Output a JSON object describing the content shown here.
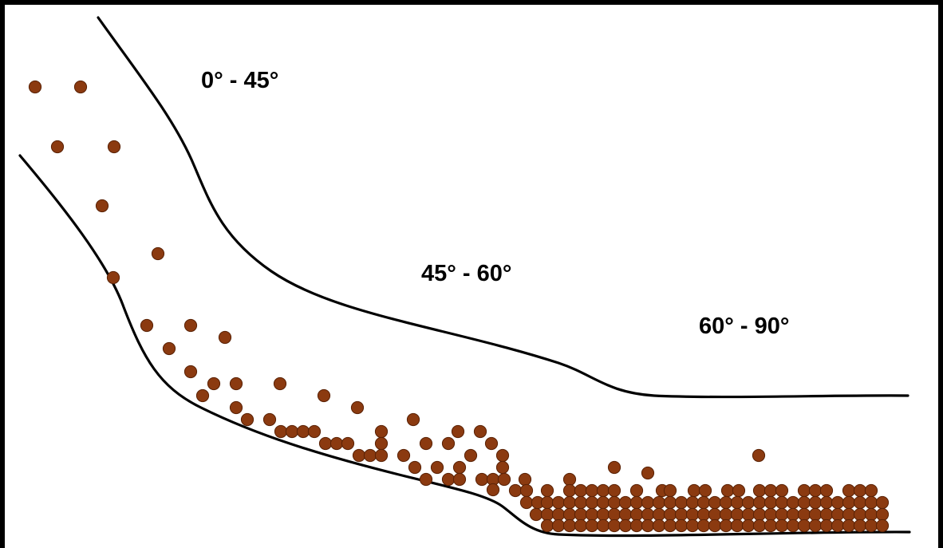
{
  "diagram": {
    "zone_labels": {
      "upper": "0° - 45°",
      "middle": "45° - 60°",
      "lower": "60° - 90°"
    },
    "colors": {
      "dot_fill": "#8B3A10",
      "dot_stroke": "#5a2206",
      "boundary_line": "#000000",
      "background": "#ffffff"
    }
  }
}
